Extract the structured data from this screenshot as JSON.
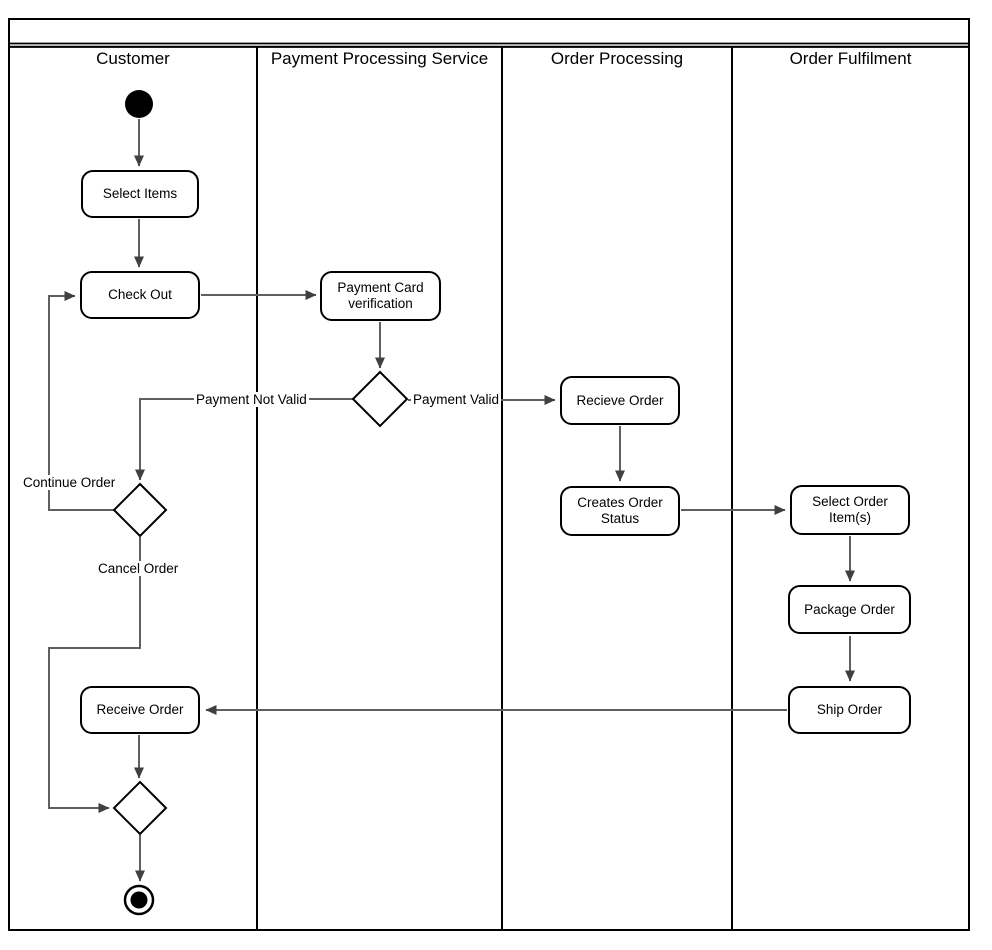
{
  "diagram": {
    "type": "uml-activity-diagram-with-swimlanes",
    "pool_title": "",
    "colors": {
      "shape_border": "#000000",
      "shape_fill": "#ffffff",
      "connector": "#5f5f5f",
      "arrowhead": "#404040",
      "text": "#000000",
      "background": "#ffffff"
    },
    "lanes": [
      {
        "label": "Customer"
      },
      {
        "label": "Payment Processing Service"
      },
      {
        "label": "Order Processing"
      },
      {
        "label": "Order Fulfilment"
      }
    ],
    "nodes": {
      "start": {
        "type": "initial-node"
      },
      "select_items": {
        "label": "Select Items"
      },
      "check_out": {
        "label": "Check Out"
      },
      "payment_card_verification": {
        "label": "Payment Card\nverification"
      },
      "payment_decision": {
        "type": "decision"
      },
      "recieve_order": {
        "label": "Recieve Order"
      },
      "creates_order_status": {
        "label": "Creates Order\nStatus"
      },
      "select_order_items": {
        "label": "Select Order\nItem(s)"
      },
      "package_order": {
        "label": "Package Order"
      },
      "ship_order": {
        "label": "Ship Order"
      },
      "receive_order": {
        "label": "Receive Order"
      },
      "continue_cancel_decision": {
        "type": "decision"
      },
      "merge": {
        "type": "merge"
      },
      "end": {
        "type": "final-node"
      }
    },
    "edge_labels": {
      "payment_not_valid": "Payment Not Valid",
      "payment_valid": "Payment Valid",
      "continue_order": "Continue Order",
      "cancel_order": "Cancel Order"
    },
    "edges": [
      {
        "from": "start",
        "to": "select_items"
      },
      {
        "from": "select_items",
        "to": "check_out"
      },
      {
        "from": "check_out",
        "to": "payment_card_verification"
      },
      {
        "from": "payment_card_verification",
        "to": "payment_decision"
      },
      {
        "from": "payment_decision",
        "to": "continue_cancel_decision",
        "label": "Payment Not Valid"
      },
      {
        "from": "payment_decision",
        "to": "recieve_order",
        "label": "Payment Valid"
      },
      {
        "from": "recieve_order",
        "to": "creates_order_status"
      },
      {
        "from": "creates_order_status",
        "to": "select_order_items"
      },
      {
        "from": "select_order_items",
        "to": "package_order"
      },
      {
        "from": "package_order",
        "to": "ship_order"
      },
      {
        "from": "ship_order",
        "to": "receive_order"
      },
      {
        "from": "continue_cancel_decision",
        "to": "check_out",
        "label": "Continue Order"
      },
      {
        "from": "continue_cancel_decision",
        "to": "merge",
        "label": "Cancel Order"
      },
      {
        "from": "receive_order",
        "to": "merge"
      },
      {
        "from": "merge",
        "to": "end"
      }
    ]
  }
}
